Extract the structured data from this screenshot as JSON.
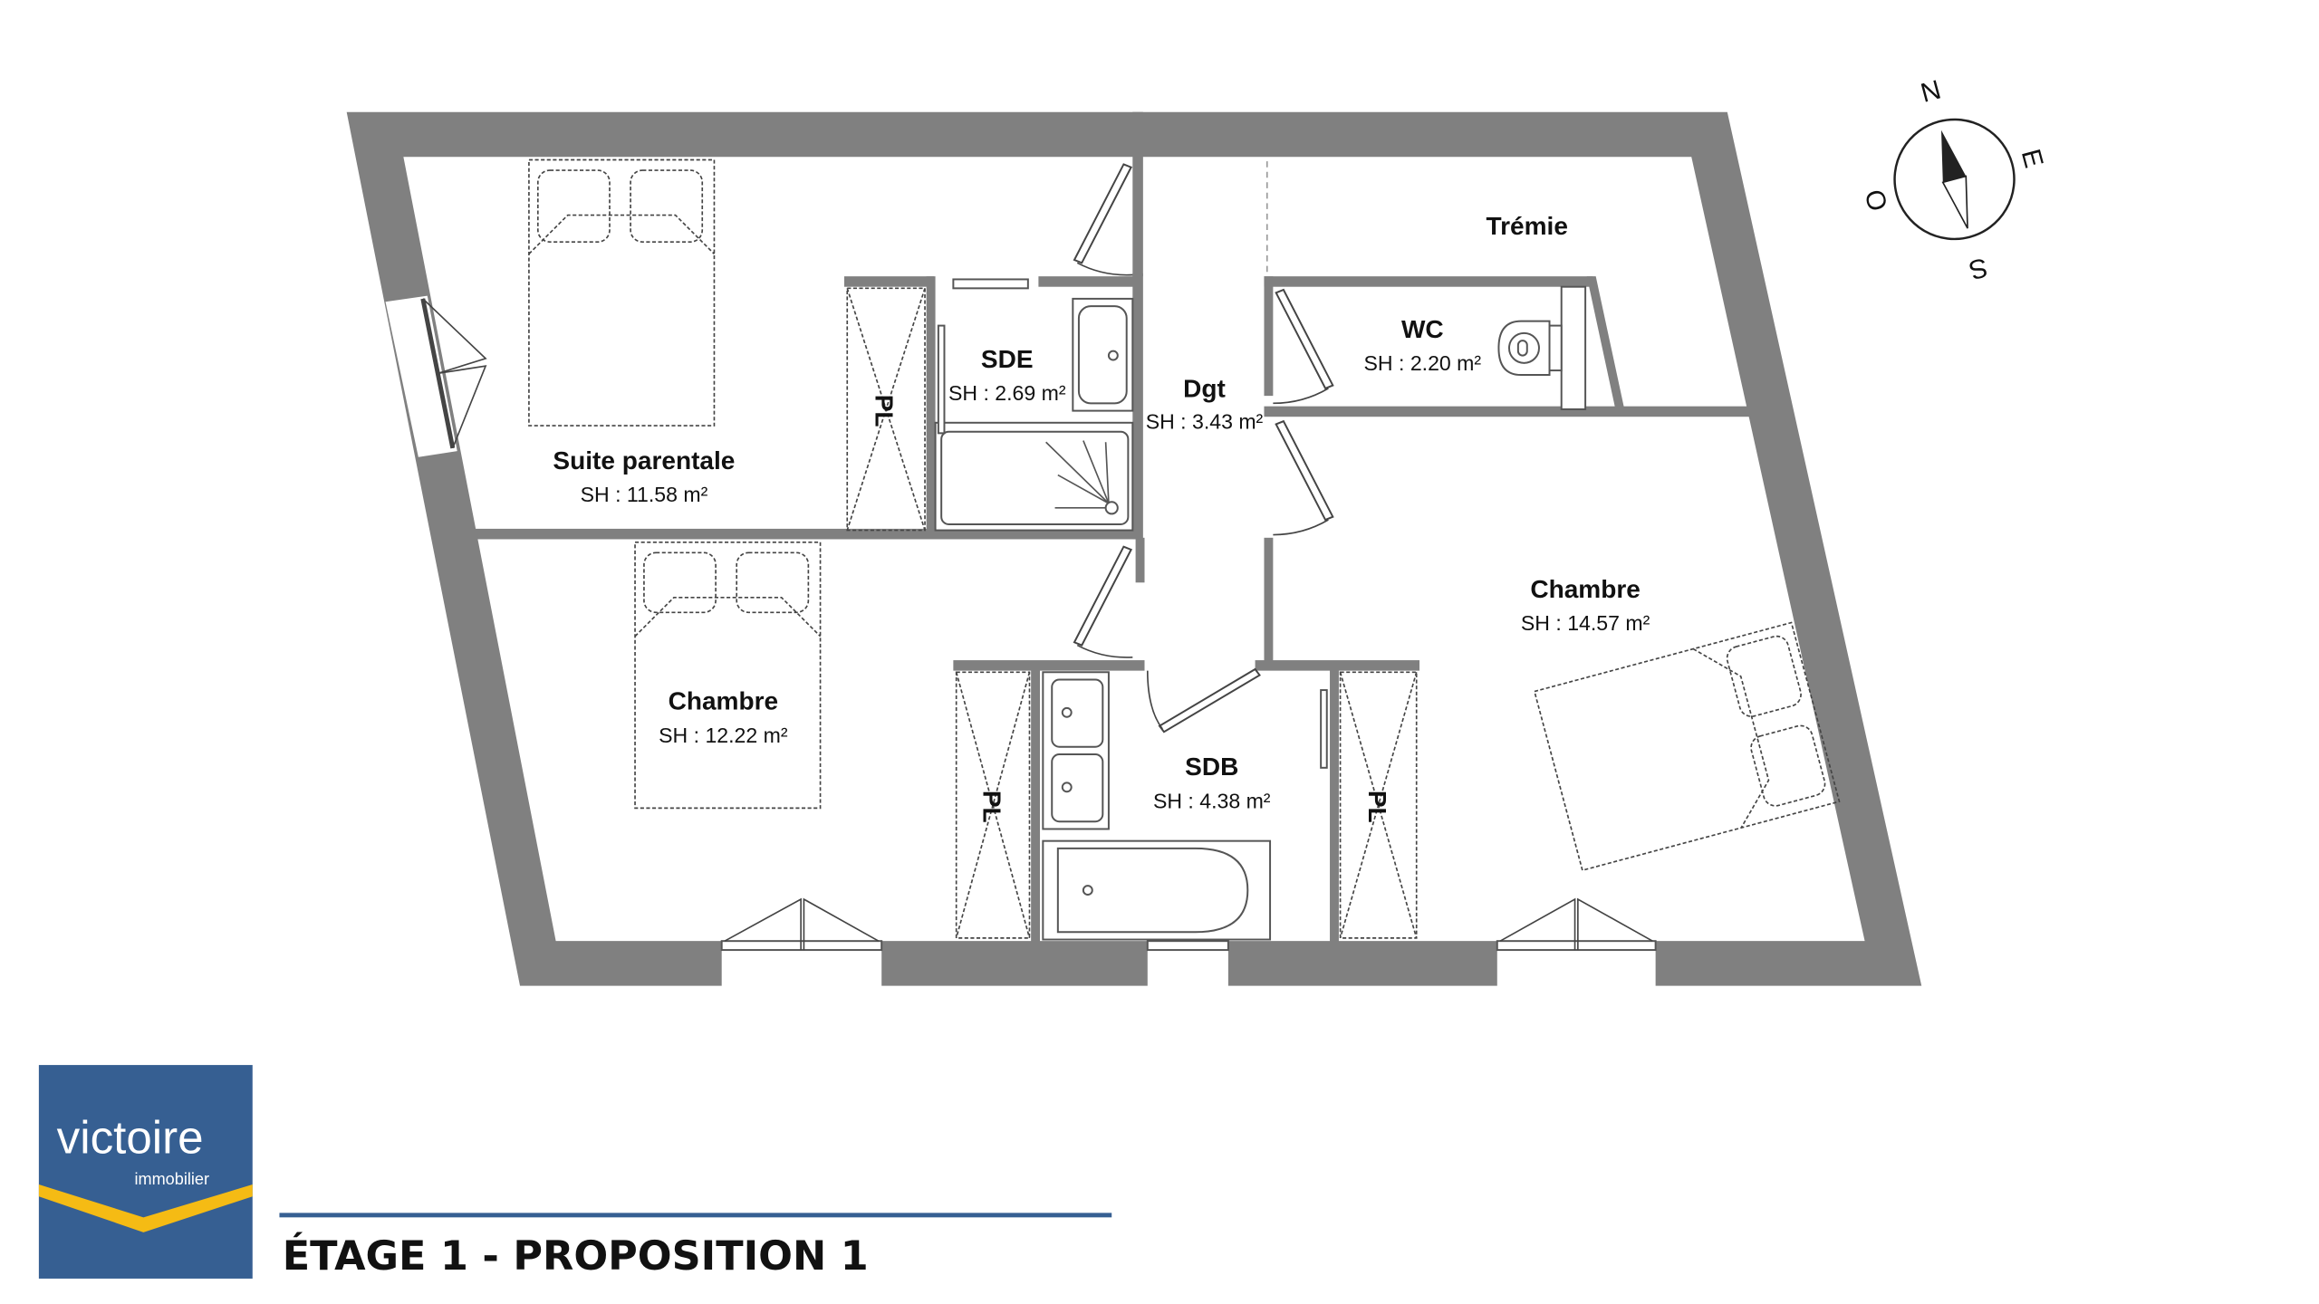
{
  "plan": {
    "rooms": {
      "suite": {
        "name": "Suite parentale",
        "area": "SH : 11.58 m²"
      },
      "sde": {
        "name": "SDE",
        "area": "SH : 2.69 m²"
      },
      "dgt": {
        "name": "Dgt",
        "area": "SH : 3.43 m²"
      },
      "tremie": {
        "name": "Trémie"
      },
      "wc": {
        "name": "WC",
        "area": "SH : 2.20 m²"
      },
      "chambre1": {
        "name": "Chambre",
        "area": "SH : 12.22 m²"
      },
      "sdb": {
        "name": "SDB",
        "area": "SH : 4.38 m²"
      },
      "chambre2": {
        "name": "Chambre",
        "area": "SH : 14.57 m²"
      }
    },
    "closet_label": "PL",
    "compass": {
      "n": "N",
      "e": "E",
      "s": "S",
      "w": "O"
    }
  },
  "footer": {
    "title": "ÉTAGE 1 - PROPOSITION 1",
    "logo": {
      "name": "victoire",
      "sub": "immobilier"
    }
  },
  "colors": {
    "wall": "#808080",
    "brand_blue": "#365f92",
    "brand_yellow": "#f5bb14"
  }
}
